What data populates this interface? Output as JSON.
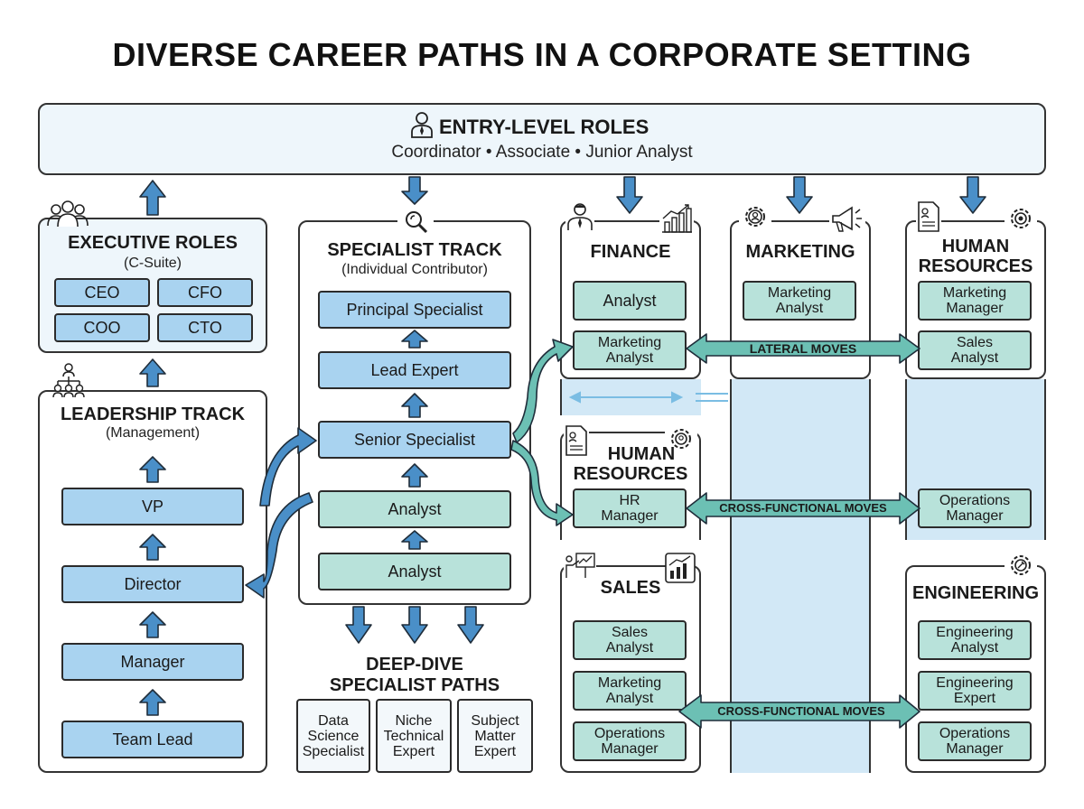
{
  "title": "DIVERSE CAREER PATHS IN A CORPORATE SETTING",
  "entry": {
    "heading": "ENTRY-LEVEL ROLES",
    "roles": "Coordinator • Associate • Junior Analyst"
  },
  "executive": {
    "heading": "EXECUTIVE ROLES",
    "sub": "(C-Suite)",
    "roles": [
      "CEO",
      "CFO",
      "COO",
      "CTO"
    ]
  },
  "leadership": {
    "heading": "LEADERSHIP TRACK",
    "sub": "(Management)",
    "roles": [
      "VP",
      "Director",
      "Manager",
      "Team Lead"
    ]
  },
  "specialist": {
    "heading": "SPECIALIST TRACK",
    "sub": "(Individual Contributor)",
    "roles": [
      "Principal Specialist",
      "Lead Expert",
      "Senior Specialist",
      "Analyst",
      "Analyst"
    ]
  },
  "deepdive": {
    "heading_line1": "DEEP-DIVE",
    "heading_line2": "SPECIALIST PATHS",
    "paths": [
      {
        "line1": "Data",
        "line2": "Science",
        "line3": "Specialist"
      },
      {
        "line1": "Niche",
        "line2": "Technical",
        "line3": "Expert"
      },
      {
        "line1": "Subject",
        "line2": "Matter",
        "line3": "Expert"
      }
    ]
  },
  "finance": {
    "heading": "FINANCE",
    "roles": [
      {
        "line1": "Analyst",
        "line2": ""
      },
      {
        "line1": "Marketing",
        "line2": "Analyst"
      }
    ]
  },
  "marketing": {
    "heading": "MARKETING",
    "roles": [
      {
        "line1": "Marketing",
        "line2": "Analyst"
      }
    ]
  },
  "hr_top": {
    "heading_line1": "HUMAN",
    "heading_line2": "RESOURCES",
    "roles": [
      {
        "line1": "Marketing",
        "line2": "Manager"
      },
      {
        "line1": "Sales",
        "line2": "Analyst"
      }
    ]
  },
  "hr_mid": {
    "heading_line1": "HUMAN",
    "heading_line2": "RESOURCES",
    "roles": [
      {
        "line1": "HR",
        "line2": "Manager"
      }
    ]
  },
  "ops_mid": {
    "roles": [
      {
        "line1": "Operations",
        "line2": "Manager"
      }
    ]
  },
  "sales": {
    "heading": "SALES",
    "roles": [
      {
        "line1": "Sales",
        "line2": "Analyst"
      },
      {
        "line1": "Marketing",
        "line2": "Analyst"
      },
      {
        "line1": "Operations",
        "line2": "Manager"
      }
    ]
  },
  "engineering": {
    "heading": "ENGINEERING",
    "roles": [
      {
        "line1": "Engineering",
        "line2": "Analyst"
      },
      {
        "line1": "Engineering",
        "line2": "Expert"
      },
      {
        "line1": "Operations",
        "line2": "Manager"
      }
    ]
  },
  "moves": {
    "lateral": "LATERAL MOVES",
    "cross1": "CROSS-FUNCTIONAL MOVES",
    "cross2": "CROSS-FUNCTIONAL MOVES"
  },
  "colors": {
    "blue_box": "#a9d3f0",
    "teal_box": "#b8e2da",
    "arrow_blue": "#4a8fc8",
    "arrow_teal": "#6cc0b4",
    "panel_light": "#eef6fb"
  },
  "icons": [
    "person-icon",
    "group-icon",
    "org-chart-icon",
    "magnifier-icon",
    "businessman-icon",
    "bar-chart-icon",
    "gear-icon",
    "megaphone-icon",
    "document-icon",
    "presentation-icon"
  ]
}
